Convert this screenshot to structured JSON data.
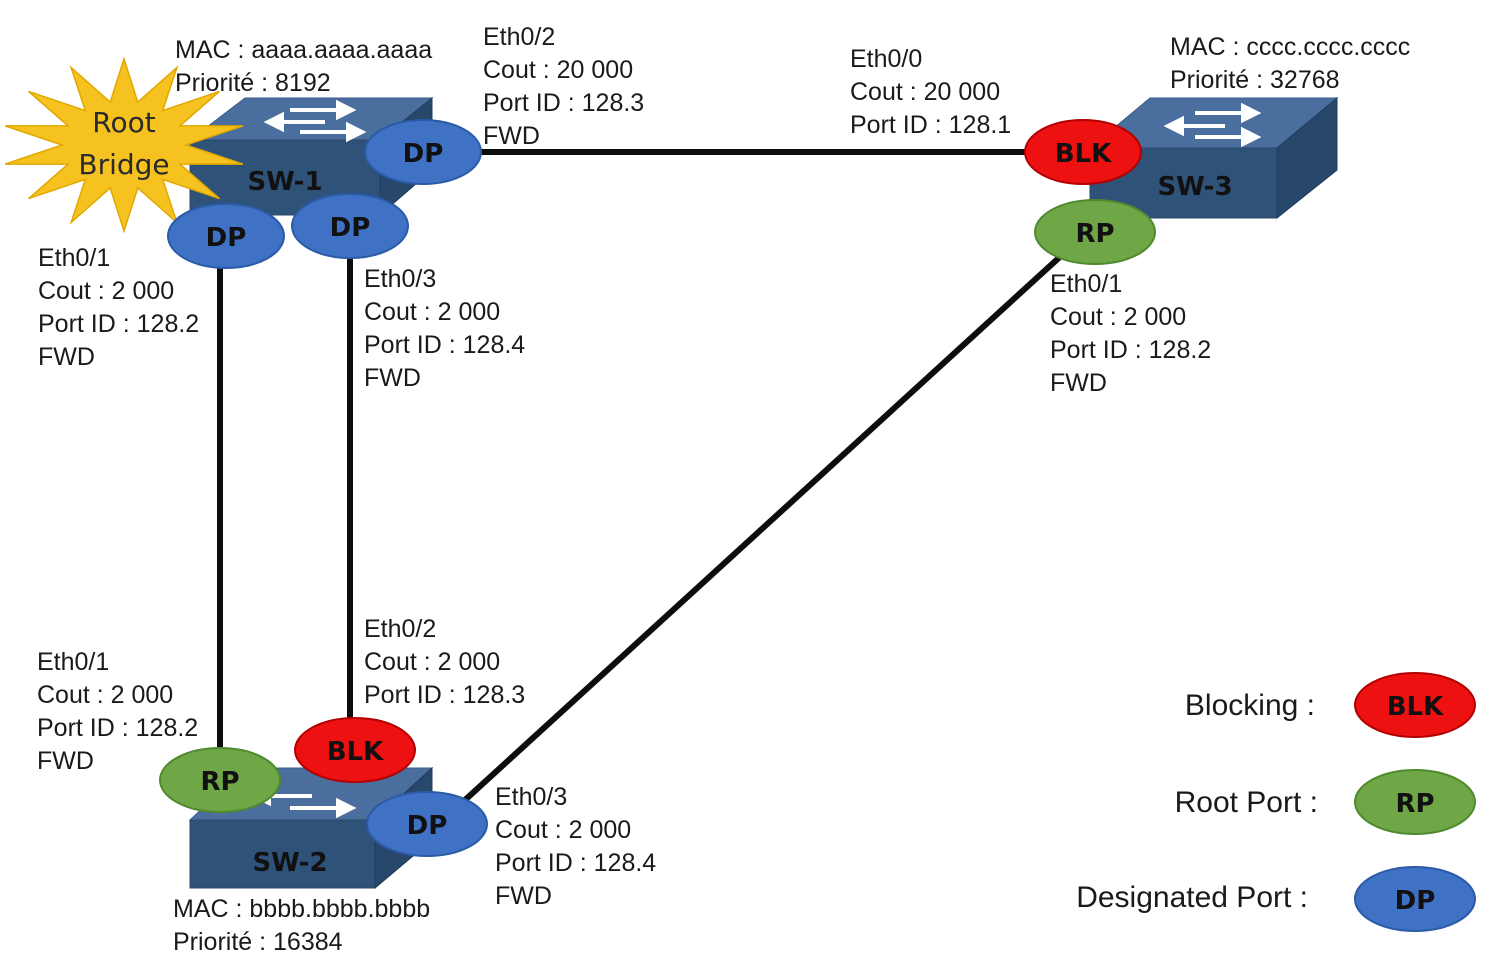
{
  "colors": {
    "blocking": "#ee1111",
    "root_port": "#6fa646",
    "designated": "#3f72c4",
    "switch_top": "#4a6f9e",
    "switch_side": "#2f5278",
    "root_star": "#f6c21f"
  },
  "root_bridge": {
    "line1": "Root",
    "line2": "Bridge"
  },
  "switches": {
    "sw1": {
      "name": "SW-1",
      "mac": "MAC : aaaa.aaaa.aaaa",
      "priority": "Priorité : 8192"
    },
    "sw2": {
      "name": "SW-2",
      "mac": "MAC : bbbb.bbbb.bbbb",
      "priority": "Priorité : 16384"
    },
    "sw3": {
      "name": "SW-3",
      "mac": "MAC : cccc.cccc.cccc",
      "priority": "Priorité : 32768"
    }
  },
  "ports": {
    "sw1_eth0_2": {
      "role": "DP",
      "lines": [
        "Eth0/2",
        "Cout : 20 000",
        "Port ID : 128.3",
        "FWD"
      ]
    },
    "sw1_eth0_1": {
      "role": "DP",
      "lines": [
        "Eth0/1",
        "Cout : 2 000",
        "Port ID : 128.2",
        "FWD"
      ]
    },
    "sw1_eth0_3": {
      "role": "DP",
      "lines": [
        "Eth0/3",
        "Cout : 2 000",
        "Port ID : 128.4",
        "FWD"
      ]
    },
    "sw3_eth0_0": {
      "role": "BLK",
      "lines": [
        "Eth0/0",
        "Cout : 20 000",
        "Port ID : 128.1"
      ]
    },
    "sw3_eth0_1": {
      "role": "RP",
      "lines": [
        "Eth0/1",
        "Cout : 2 000",
        "Port ID : 128.2",
        "FWD"
      ]
    },
    "sw2_eth0_1": {
      "role": "RP",
      "lines": [
        "Eth0/1",
        "Cout : 2 000",
        "Port ID : 128.2",
        "FWD"
      ]
    },
    "sw2_eth0_2": {
      "role": "BLK",
      "lines": [
        "Eth0/2",
        "Cout : 2 000",
        "Port ID : 128.3"
      ]
    },
    "sw2_eth0_3": {
      "role": "DP",
      "lines": [
        "Eth0/3",
        "Cout : 2 000",
        "Port ID : 128.4",
        "FWD"
      ]
    }
  },
  "legend": {
    "blocking": {
      "label": "Blocking :",
      "badge": "BLK"
    },
    "root_port": {
      "label": "Root Port :",
      "badge": "RP"
    },
    "designated": {
      "label": "Designated Port :",
      "badge": "DP"
    }
  }
}
